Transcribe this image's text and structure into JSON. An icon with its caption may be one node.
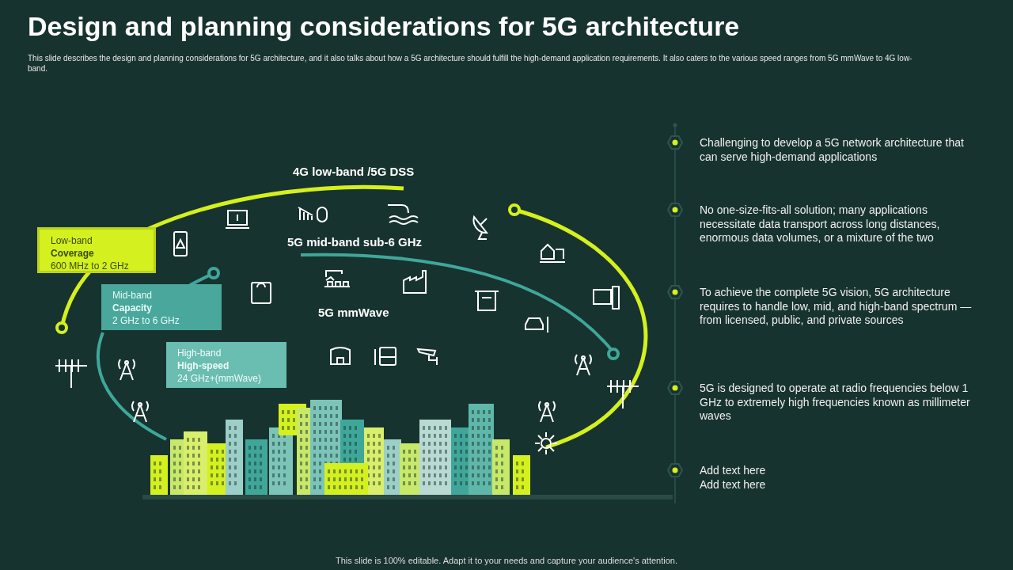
{
  "diagram": {
    "title": "Design and planning considerations for 5G architecture",
    "caption": "This slide is 100% editable. Adapt it to your needs and capture your audience's attention.",
    "nodes": [
      {
        "text": [
          "Low-band",
          "Coverage",
          "600 MHz to 2 GHz"
        ]
      },
      {
        "text": [
          "Mid-band",
          "Capacity",
          "2 GHz to 6 GHz"
        ]
      },
      {
        "text": [
          "High-band",
          "High-speed",
          "24 GHz+(mmWave)"
        ]
      }
    ],
    "edges": [],
    "labels": [
      "This slide describes the design and planning considerations for 5G architecture, and it also talks about how a 5G architecture should fulfill the high-demand application requirements. It also caters to the various speed ranges from 5G mmWave to 4G low-band.",
      "4G low-band /5G DSS",
      "5G mid-band sub-6 GHz",
      "5G mmWave",
      "Challenging to develop a 5G network architecture that can serve high-demand applications",
      "No one-size-fits-all solution; many applications necessitate data transport across long distances, enormous data volumes, or a mixture of the two",
      "To achieve the complete 5G vision, 5G architecture requires to handle low, mid, and high-band spectrum — from licensed, public, and private sources",
      "5G is designed to operate at radio frequencies below 1 GHz to extremely high frequencies known as millimeter waves",
      "Add text here",
      "Add text here"
    ]
  }
}
